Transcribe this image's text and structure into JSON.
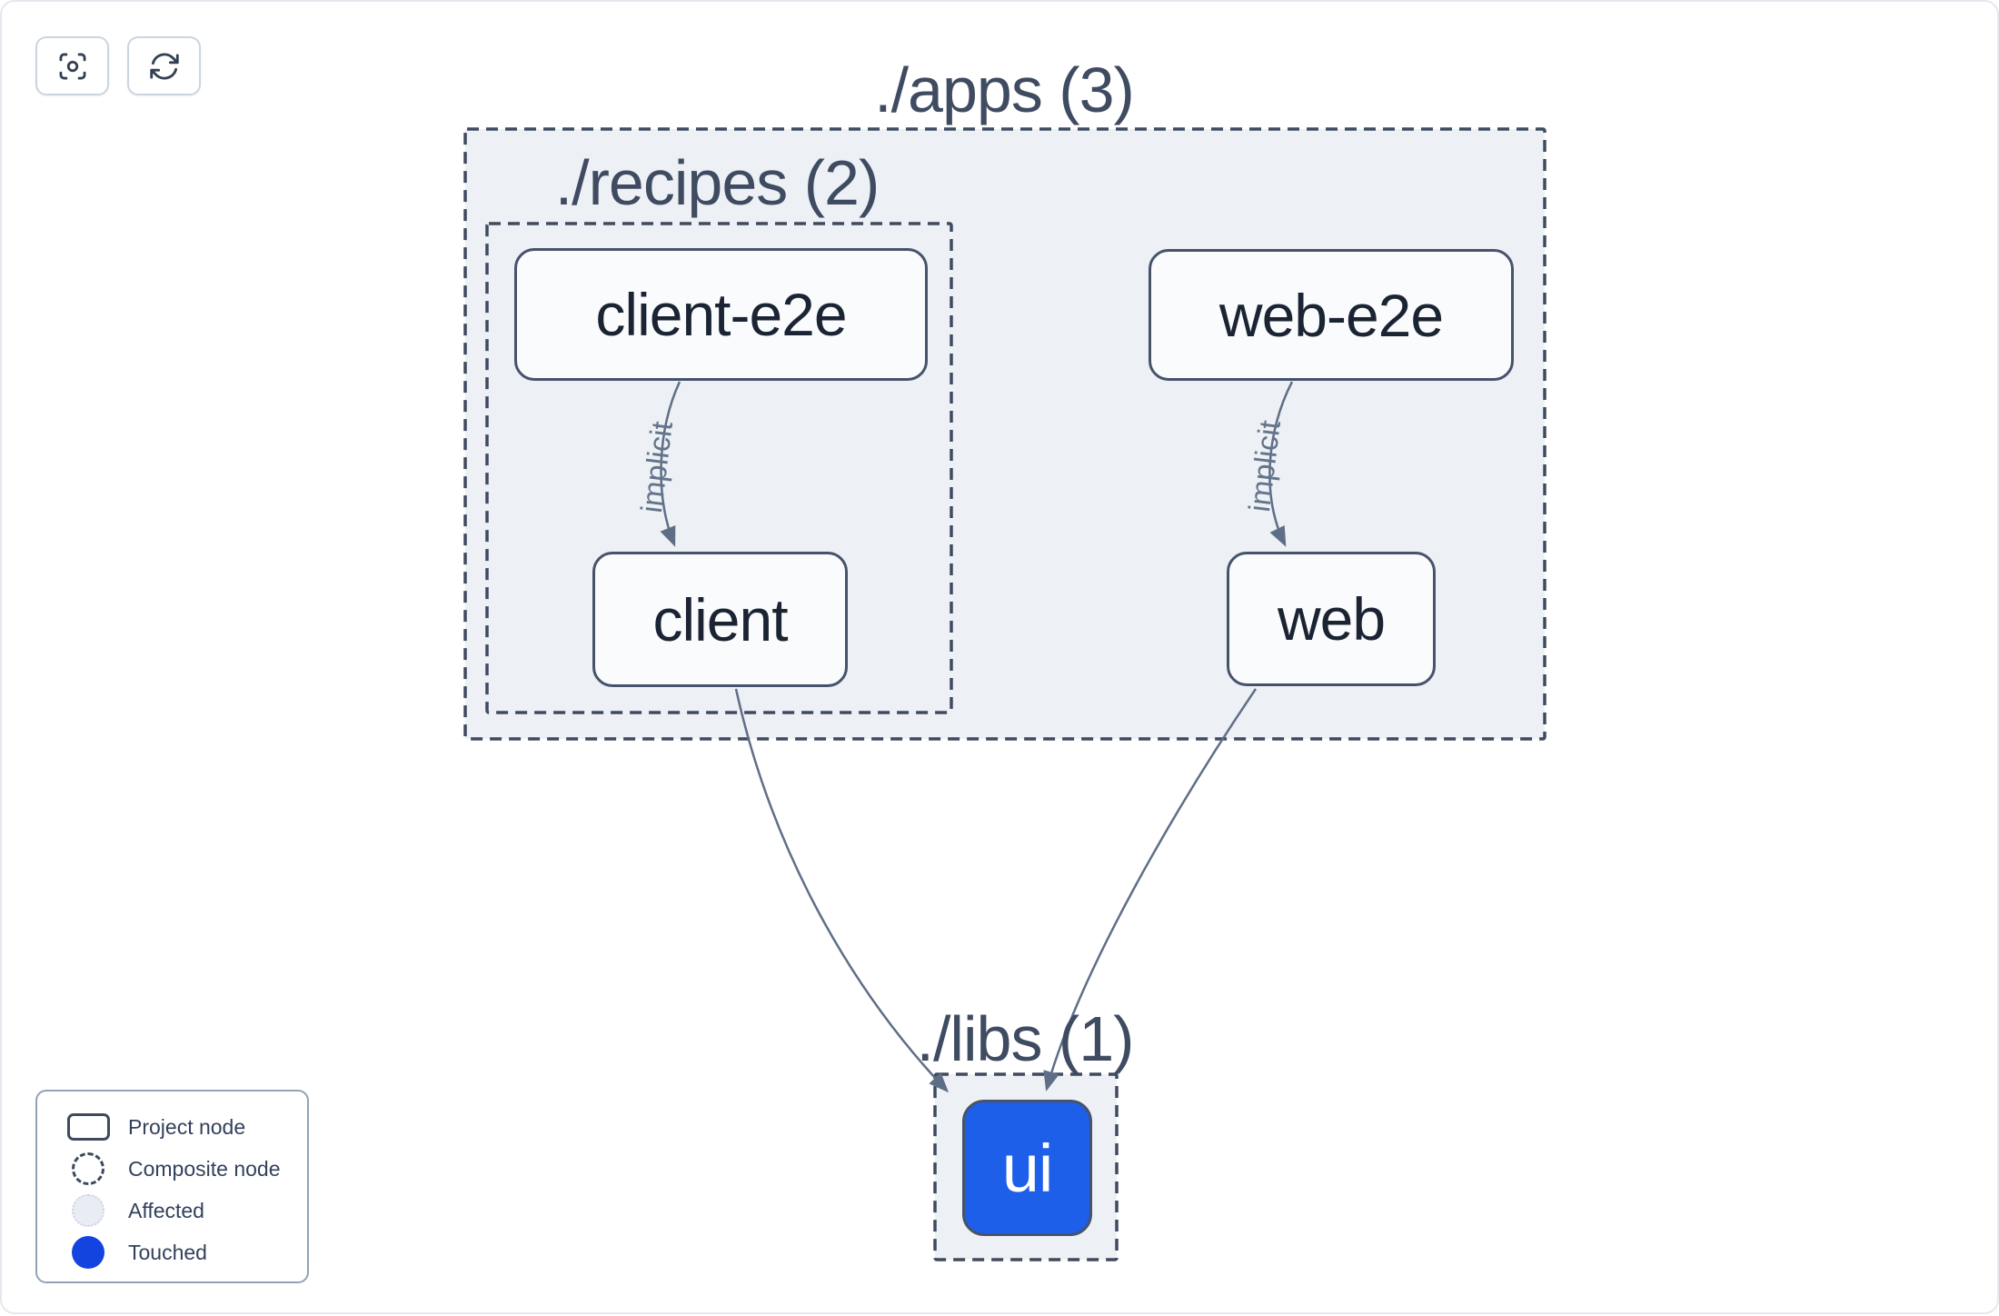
{
  "colors": {
    "edge": "#5f6e87",
    "edge_label": "#64748b",
    "node_border": "#46536b",
    "node_bg": "#fafbfd",
    "node_text": "#1b2433",
    "group_bg": "#edf0f5",
    "group_border": "#3e4a5e",
    "group_label": "#3e4b61",
    "touched": "#1444e0",
    "ui_bg": "#1d5fe8",
    "affected_bg": "#e9edf3",
    "affected_border": "#ccd5e0",
    "button_border": "#cbd5e1",
    "legend_border": "#93a2b7",
    "legend_text": "#33415c",
    "icon": "#333f52",
    "page_border": "#e4e9ef"
  },
  "toolbar": {
    "buttons": [
      {
        "name": "zoom-to-fit",
        "icon": "viewfinder-icon"
      },
      {
        "name": "refresh",
        "icon": "refresh-icon"
      }
    ]
  },
  "graph": {
    "groups": [
      {
        "id": "apps",
        "label": "./apps (3)"
      },
      {
        "id": "recipes",
        "label": "./recipes (2)"
      },
      {
        "id": "libs",
        "label": "./libs (1)"
      }
    ],
    "nodes": [
      {
        "id": "client-e2e",
        "label": "client-e2e",
        "type": "project"
      },
      {
        "id": "web-e2e",
        "label": "web-e2e",
        "type": "project"
      },
      {
        "id": "client",
        "label": "client",
        "type": "project"
      },
      {
        "id": "web",
        "label": "web",
        "type": "project"
      },
      {
        "id": "ui",
        "label": "ui",
        "type": "touched"
      }
    ],
    "edges": [
      {
        "from": "client-e2e",
        "to": "client",
        "label": "implicit"
      },
      {
        "from": "web-e2e",
        "to": "web",
        "label": "implicit"
      },
      {
        "from": "client",
        "to": "ui",
        "label": ""
      },
      {
        "from": "web",
        "to": "ui",
        "label": ""
      }
    ]
  },
  "legend": {
    "items": [
      {
        "label": "Project node",
        "swatch": "project"
      },
      {
        "label": "Composite node",
        "swatch": "composite"
      },
      {
        "label": "Affected",
        "swatch": "affected"
      },
      {
        "label": "Touched",
        "swatch": "touched"
      }
    ]
  }
}
